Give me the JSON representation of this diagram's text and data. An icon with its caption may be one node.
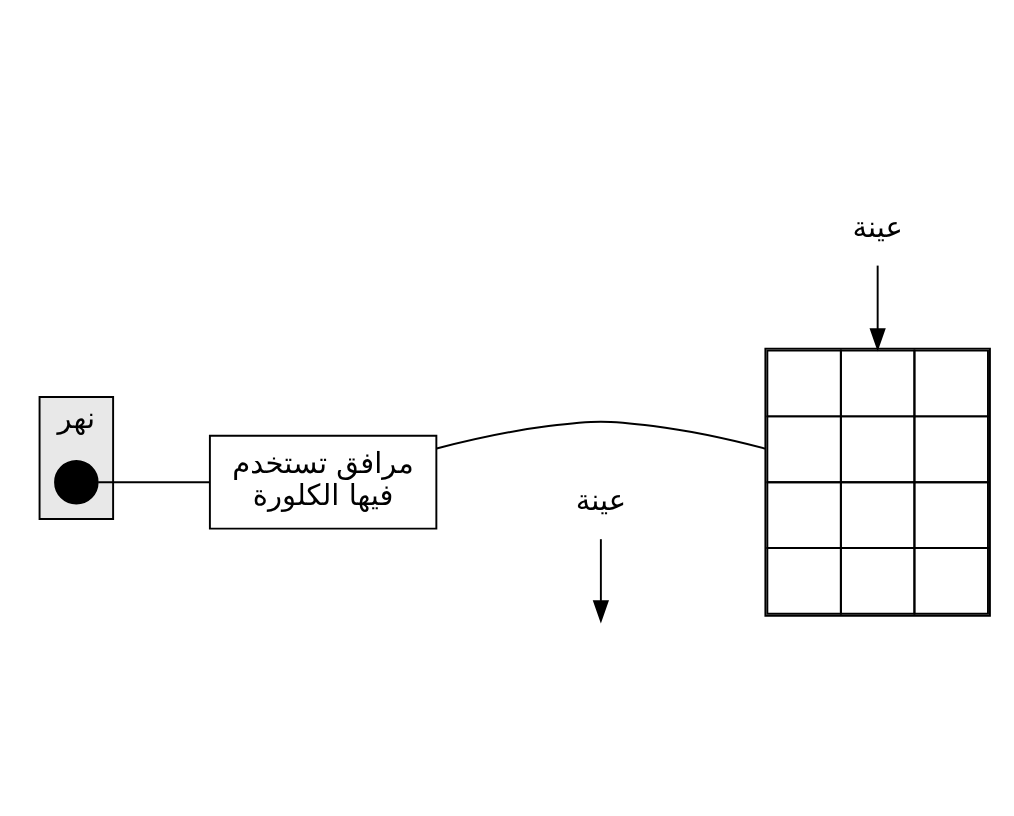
{
  "diagram": {
    "nodes": [
      {
        "text": [
          "نهر"
        ]
      },
      {
        "text": [],
        "shape": "circle",
        "in": 0
      },
      {
        "text": [
          "مرافق تستخدم فيها الكلورة"
        ]
      },
      {
        "text": [],
        "shape": "grid"
      },
      {
        "text": [
          "عينة"
        ]
      },
      {
        "text": [
          "عينة"
        ]
      }
    ],
    "edges": [
      {
        "from": 1,
        "to": 2,
        "arrow": "none"
      },
      {
        "from": 2,
        "to": 3,
        "arrow": "none"
      },
      {
        "from": 4,
        "to": null,
        "arrow": "to"
      },
      {
        "from": 5,
        "to": 3,
        "arrow": "to"
      }
    ]
  }
}
